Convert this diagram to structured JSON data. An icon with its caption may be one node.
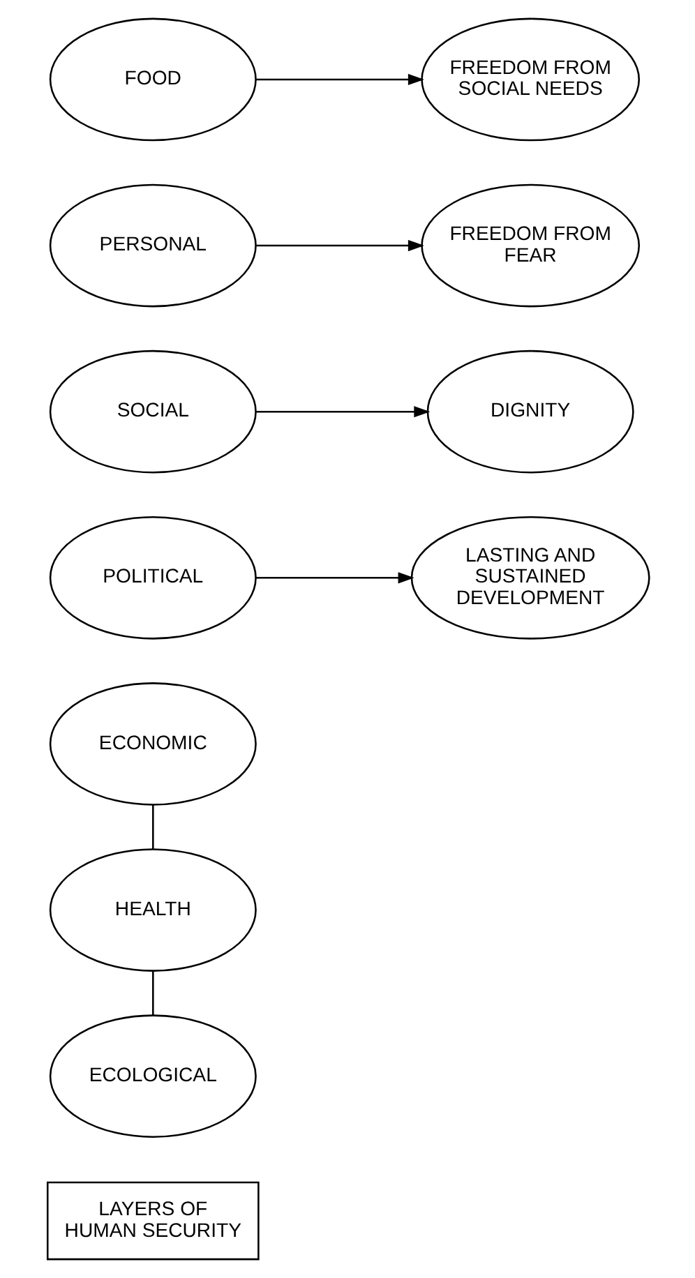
{
  "diagram": {
    "nodes": [
      {
        "text": [
          "LAYERS OF HUMAN SECURITY"
        ]
      },
      {
        "text": [
          "ECONOMIC"
        ]
      },
      {
        "text": [
          "POLITICAL"
        ]
      },
      {
        "text": [
          "SOCIAL"
        ]
      },
      {
        "text": [
          "PERSONAL"
        ]
      },
      {
        "text": [
          "FOOD"
        ]
      },
      {
        "text": [
          "HEALTH"
        ]
      },
      {
        "text": [
          "ECOLOGICAL"
        ]
      },
      {
        "text": [
          "LASTING AND SUSTAINED DEVELOPMENT"
        ]
      },
      {
        "text": [
          "DIGNITY"
        ]
      },
      {
        "text": [
          "FREEDOM FROM FEAR"
        ]
      },
      {
        "text": [
          "FREEDOM FROM SOCIAL NEEDS"
        ]
      }
    ],
    "edges": [
      {
        "from": 2,
        "to": 8,
        "arrow": "to"
      },
      {
        "from": 3,
        "to": 9,
        "arrow": "to"
      },
      {
        "from": 4,
        "to": 10,
        "arrow": "to"
      },
      {
        "from": 5,
        "to": 11,
        "arrow": "to"
      },
      {
        "from": 1,
        "to": 6,
        "arrow": "none"
      },
      {
        "from": 6,
        "to": 7,
        "arrow": "none"
      }
    ]
  }
}
